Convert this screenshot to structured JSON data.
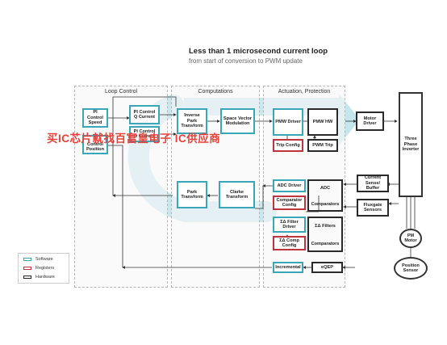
{
  "header": {
    "title": "Less than 1 microsecond current loop",
    "subtitle": "from start of conversion to PWM update"
  },
  "sections": {
    "loop_control": "Loop Control",
    "computations": "Computations",
    "actuation": "Actuation, Protection"
  },
  "blocks": {
    "pi_speed": "PI Control Speed",
    "pi_position": "PI Control Position",
    "pi_q": "PI Control Q Current",
    "pi_d": "PI Control D Current",
    "inv_park": "Inverse Park Transform",
    "svm": "Space Vector Modulation",
    "pmw_driver": "PMW Driver",
    "pmw_hw": "PMW HW",
    "trip_config": "Trip Config",
    "pwm_trip": "PWM Trip",
    "motor_driver": "Motor Driver",
    "three_phase": "Three Phase Inverter",
    "park": "Park Transform",
    "clarke": "Clarke Transform",
    "adc_driver": "ADC Driver",
    "adc_top": "ADC",
    "adc_bottom": "Comparators",
    "comparator_config": "Comparator Config",
    "sd_filter_driver": "ΣΔ Filter Driver",
    "sd_filters_top": "ΣΔ Filters",
    "sd_filters_bottom": "Comparators",
    "sd_comp_config": "ΣΔ Comp Config",
    "current_sense": "Current Sense/ Buffer",
    "fluxgate": "Fluxgate Sensors",
    "incremental": "Incremental",
    "eqep": "eQEP",
    "pm_motor": "PM Motor",
    "position_sensor": "Position Sensor"
  },
  "legend": {
    "software": "Software",
    "registers": "Registers",
    "hardware": "Hardware"
  },
  "colors": {
    "software": "#3aa6b8",
    "registers": "#c0323c",
    "hardware": "#2a2a2a",
    "loop_arrow": "#bfe3ea"
  },
  "watermark": "买IC芯片就找百富皇电子 IC供应商"
}
